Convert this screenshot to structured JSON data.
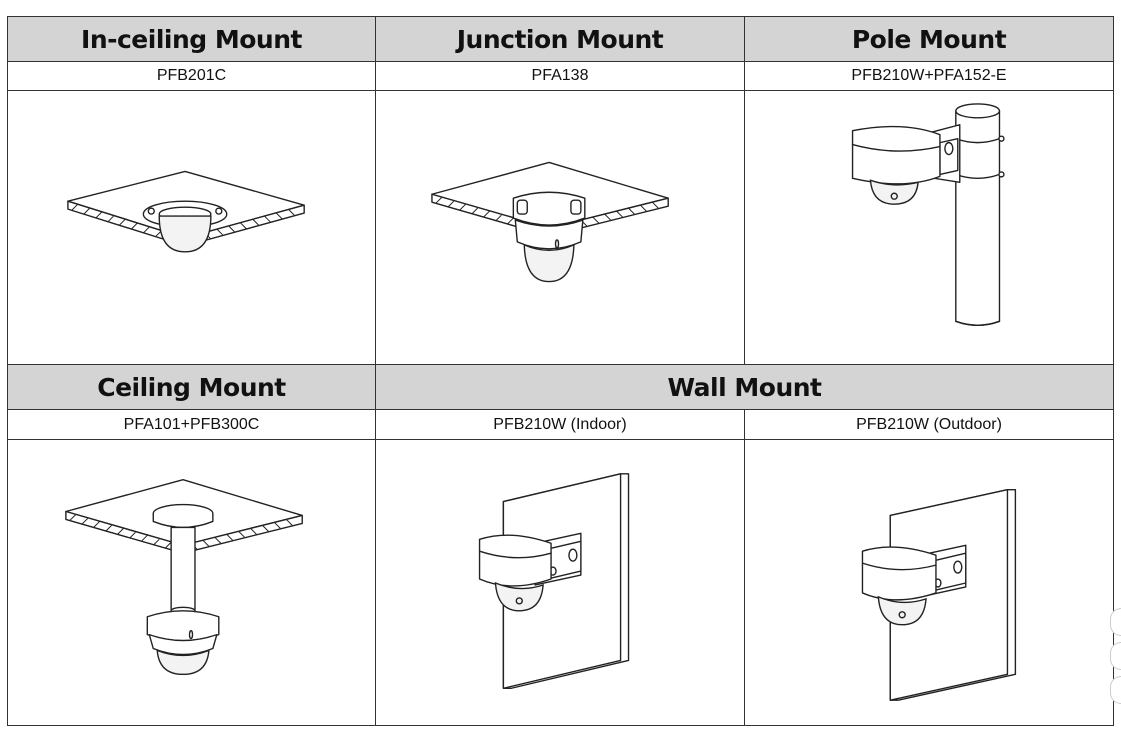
{
  "rows": [
    {
      "headers": [
        "In-ceiling Mount",
        "Junction Mount",
        "Pole Mount"
      ],
      "codes": [
        "PFB201C",
        "PFA138",
        "PFB210W+PFA152-E"
      ],
      "illustrations": [
        "in-ceiling-mount-illustration",
        "junction-mount-illustration",
        "pole-mount-illustration"
      ]
    },
    {
      "headers": [
        "Ceiling Mount",
        "Wall Mount"
      ],
      "codes": [
        "PFA101+PFB300C",
        "PFB210W (Indoor)",
        "PFB210W (Outdoor)"
      ],
      "illustrations": [
        "ceiling-mount-illustration",
        "wall-mount-indoor-illustration",
        "wall-mount-outdoor-illustration"
      ]
    }
  ],
  "colors": {
    "header_bg": "#d4d4d4",
    "line": "#222222",
    "border": "#333333"
  }
}
